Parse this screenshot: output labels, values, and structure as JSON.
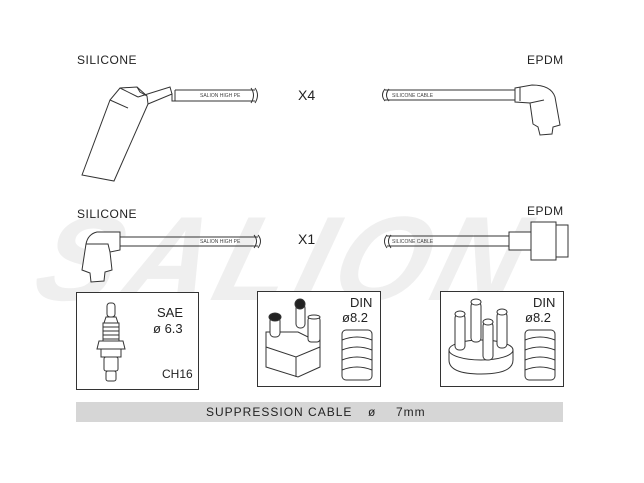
{
  "labels": {
    "top_left": "SILICONE",
    "top_right": "EPDM",
    "top_mult": "X4",
    "mid_left": "SILICONE",
    "mid_right": "EPDM",
    "mid_mult": "X1"
  },
  "cable_prints": {
    "silicone_top": "SALION HIGH PE",
    "silicone_cable_top": "SILICONE CABLE",
    "silicone_mid": "SALION HIGH PE",
    "silicone_cable_mid": "SILICONE CABLE"
  },
  "watermark": "SALION",
  "boxes": {
    "sae": {
      "title": "SAE",
      "dia": "6.3",
      "code": "CH16"
    },
    "din1": {
      "title": "DIN",
      "dia": "8.2"
    },
    "din2": {
      "title": "DIN",
      "dia": "8.2"
    }
  },
  "footer": {
    "label": "SUPPRESSION CABLE",
    "dia_symbol": "ø",
    "value": "7mm"
  },
  "colors": {
    "line": "#333333",
    "bar": "#d6d6d6",
    "watermark": "#ececec"
  }
}
